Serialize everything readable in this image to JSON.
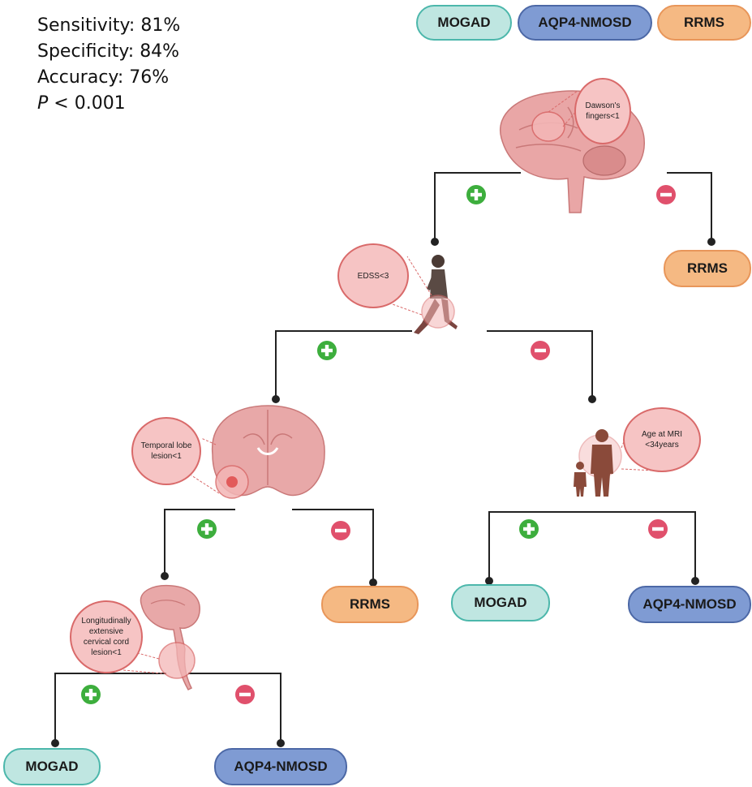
{
  "stats": {
    "sensitivity": "Sensitivity: 81%",
    "specificity": "Specificity: 84%",
    "accuracy": "Accuracy: 76%",
    "p_symbol": "P",
    "p_rest": " < 0.001"
  },
  "legend": {
    "mogad": "MOGAD",
    "aqp4": "AQP4-NMOSD",
    "rrms": "RRMS"
  },
  "nodes": {
    "dawson": "Dawson's fingers<1",
    "edss": "EDSS<3",
    "temporal": "Temporal lobe lesion<1",
    "age": "Age at MRI <34years",
    "cord": "Longitudinally extensive cervical cord lesion<1"
  },
  "leaves": {
    "rrms_top": "RRMS",
    "rrms_mid": "RRMS",
    "mogad_right": "MOGAD",
    "aqp4_right": "AQP4-NMOSD",
    "mogad_bottom": "MOGAD",
    "aqp4_bottom": "AQP4-NMOSD"
  },
  "colors": {
    "mogad": "#bfe6e1",
    "aqp4": "#7f9bd3",
    "rrms": "#f5b983",
    "plus": "#3dae3d",
    "minus": "#e0506c"
  },
  "icons": {
    "plus": "plus-circle-icon",
    "minus": "minus-circle-icon",
    "brain_sagittal": "brain-sagittal-icon",
    "walking_person": "walking-person-icon",
    "brain_coronal": "brain-coronal-icon",
    "parent_child": "parent-child-icon",
    "brain_spine": "brain-spinal-cord-icon"
  }
}
